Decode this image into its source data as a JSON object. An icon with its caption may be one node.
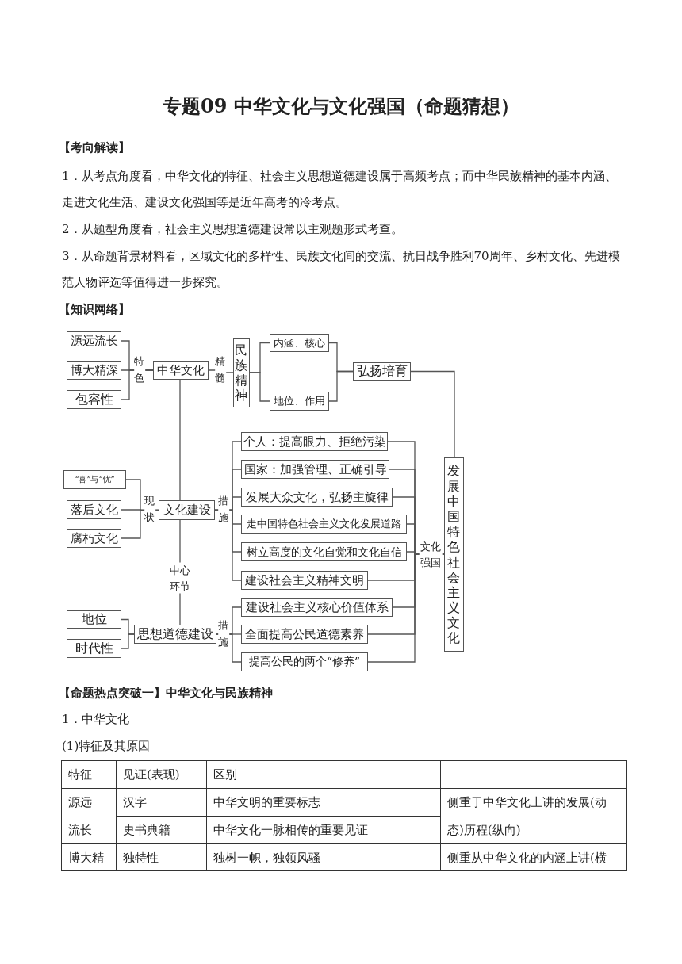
{
  "diagram": {
    "title": "专题09 中华文化与文化强国（命题猜想）",
    "nodes": [
      {
        "text": [
          "源远流长"
        ]
      },
      {
        "text": [
          "博大精深"
        ]
      },
      {
        "text": [
          "包容性"
        ]
      },
      {
        "text": [
          "中华文化"
        ]
      },
      {
        "text": [
          "民族精神"
        ]
      },
      {
        "text": [
          "内涵、核心"
        ]
      },
      {
        "text": [
          "地位、作用"
        ]
      },
      {
        "text": [
          "弘扬培育"
        ]
      },
      {
        "text": [
          "“喜”与“忧”"
        ]
      },
      {
        "text": [
          "落后文化"
        ]
      },
      {
        "text": [
          "腐朽文化"
        ]
      },
      {
        "text": [
          "文化建设"
        ]
      },
      {
        "text": [
          "个人：提高眼力、拒绝污染"
        ]
      },
      {
        "text": [
          "国家：加强管理、正确引导"
        ]
      },
      {
        "text": [
          "发展大众文化，弘扬主旋律"
        ]
      },
      {
        "text": [
          "走中国特色社会主义文化发展道路"
        ]
      },
      {
        "text": [
          "树立高度的文化自觉和文化自信"
        ]
      },
      {
        "text": [
          "建设社会主义精神文明"
        ]
      },
      {
        "text": [
          "建设社会主义核心价值体系"
        ]
      },
      {
        "text": [
          "全面提高公民道德素养"
        ]
      },
      {
        "text": [
          "提高公民的两个“修养”"
        ]
      },
      {
        "text": [
          "发展中国特色社会主义文化"
        ]
      },
      {
        "text": [
          "地位"
        ]
      },
      {
        "text": [
          "时代性"
        ]
      },
      {
        "text": [
          "思想道德建设"
        ]
      }
    ],
    "edges": [
      {
        "from": 3,
        "to": 0,
        "arrow": "none"
      },
      {
        "from": 3,
        "to": 1,
        "arrow": "none",
        "label": "特色"
      },
      {
        "from": 3,
        "to": 2,
        "arrow": "none"
      },
      {
        "from": 3,
        "to": 4,
        "arrow": "none",
        "label": "精髓"
      },
      {
        "from": 4,
        "to": 5,
        "arrow": "none"
      },
      {
        "from": 4,
        "to": 6,
        "arrow": "none"
      },
      {
        "from": 5,
        "to": 7,
        "arrow": "none"
      },
      {
        "from": 6,
        "to": 7,
        "arrow": "none"
      },
      {
        "from": 7,
        "to": 21,
        "arrow": "none"
      },
      {
        "from": 3,
        "to": 11,
        "arrow": "none"
      },
      {
        "from": 11,
        "to": 8,
        "arrow": "none"
      },
      {
        "from": 11,
        "to": 9,
        "arrow": "none",
        "label": "现状"
      },
      {
        "from": 11,
        "to": 10,
        "arrow": "none"
      },
      {
        "from": 11,
        "to": 12,
        "arrow": "none"
      },
      {
        "from": 11,
        "to": 13,
        "arrow": "none"
      },
      {
        "from": 11,
        "to": 14,
        "arrow": "none",
        "label": "措施"
      },
      {
        "from": 11,
        "to": 15,
        "arrow": "none"
      },
      {
        "from": 11,
        "to": 16,
        "arrow": "none"
      },
      {
        "from": 11,
        "to": 17,
        "arrow": "none"
      },
      {
        "from": 11,
        "to": 24,
        "arrow": "none",
        "label": "中心环节"
      },
      {
        "from": 24,
        "to": 22,
        "arrow": "none"
      },
      {
        "from": 24,
        "to": 23,
        "arrow": "none"
      },
      {
        "from": 24,
        "to": 18,
        "arrow": "none"
      },
      {
        "from": 24,
        "to": 19,
        "arrow": "none",
        "label": "措施"
      },
      {
        "from": 24,
        "to": 20,
        "arrow": "none"
      },
      {
        "from": 12,
        "to": 21,
        "arrow": "none"
      },
      {
        "from": 13,
        "to": 21,
        "arrow": "none"
      },
      {
        "from": 14,
        "to": 21,
        "arrow": "none"
      },
      {
        "from": 15,
        "to": 21,
        "arrow": "none"
      },
      {
        "from": 16,
        "to": 21,
        "arrow": "none",
        "label": "文化强国"
      },
      {
        "from": 17,
        "to": 21,
        "arrow": "none"
      },
      {
        "from": 18,
        "to": 21,
        "arrow": "none"
      },
      {
        "from": 19,
        "to": 21,
        "arrow": "none"
      },
      {
        "from": 20,
        "to": 21,
        "arrow": "none"
      }
    ],
    "labels": [
      "【考向解读】",
      "1．从考点角度看，中华文化的特征、社会主义思想道德建设属于高频考点；而中华民族精神的基本内涵、走进文化生活、建设文化强国等是近年高考的冷考点。",
      "2．从题型角度看，社会主义思想道德建设常以主观题形式考查。",
      "3．从命题背景材料看，区域文化的多样性、民族文化间的交流、抗日战争胜利70周年、乡村文化、先进模范人物评选等值得进一步探究。",
      "【知识网络】",
      "【命题热点突破一】中华文化与民族精神",
      "1．中华文化",
      "(1)特征及其原因",
      "特征",
      "见证(表现)",
      "区别",
      "源远流长",
      "汉字",
      "中华文明的重要标志",
      "侧重于中华文化上讲的发展(动态)历程(纵向)",
      "史书典籍",
      "中华文化一脉相传的重要见证",
      "博大精",
      "独特性",
      "独树一帜，独领风骚",
      "侧重从中华文化的内涵上讲(横"
    ]
  }
}
